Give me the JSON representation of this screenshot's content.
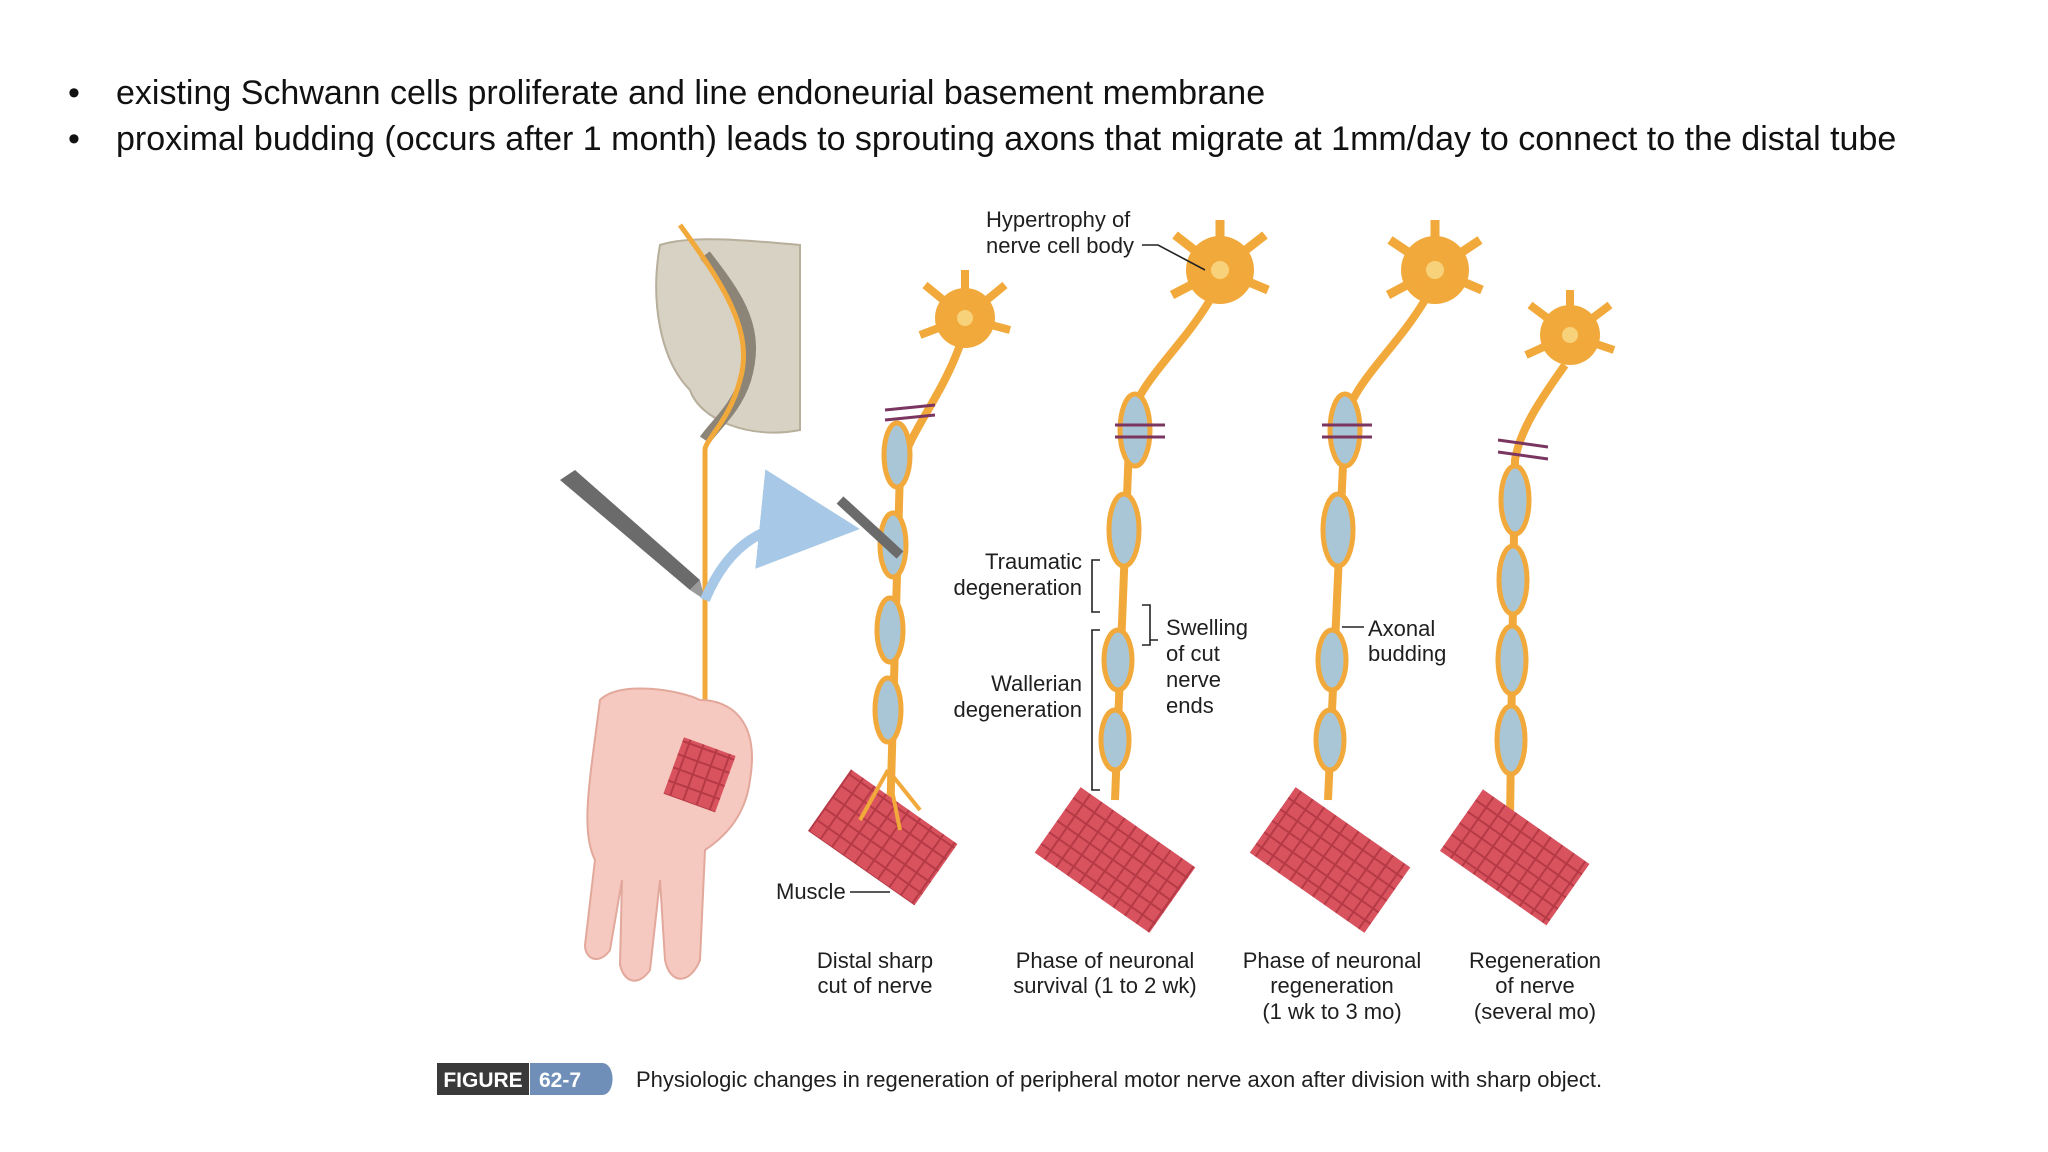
{
  "bullets": [
    "existing Schwann cells proliferate and line endoneurial basement membrane",
    "proximal budding (occurs after 1 month) leads to sprouting axons that migrate at 1mm/day to connect to the distal tube"
  ],
  "bullet_symbol": "•",
  "figure": {
    "labels": {
      "hypertrophy_line1": "Hypertrophy of",
      "hypertrophy_line2": "nerve cell body",
      "traumatic_line1": "Traumatic",
      "traumatic_line2": "degeneration",
      "wallerian_line1": "Wallerian",
      "wallerian_line2": "degeneration",
      "swelling_line1": "Swelling",
      "swelling_line2": "of cut",
      "swelling_line3": "nerve",
      "swelling_line4": "ends",
      "axonal_line1": "Axonal",
      "axonal_line2": "budding",
      "muscle": "Muscle"
    },
    "stages": [
      {
        "line1": "Distal sharp",
        "line2": "cut of nerve",
        "line3": ""
      },
      {
        "line1": "Phase of neuronal",
        "line2": "survival (1 to 2 wk)",
        "line3": ""
      },
      {
        "line1": "Phase of neuronal",
        "line2": "regeneration",
        "line3": "(1 wk to 3 mo)"
      },
      {
        "line1": "Regeneration",
        "line2": "of nerve",
        "line3": "(several mo)"
      }
    ],
    "figure_tag": "FIGURE",
    "figure_number": "62-7",
    "caption": "Physiologic changes in regeneration of peripheral motor nerve axon after division with sharp object."
  },
  "colors": {
    "nerve": "#f2a93b",
    "nerve_dark": "#d98a1e",
    "myelin": "#a9c6d6",
    "muscle": "#d9535f",
    "skin": "#f6c9c0",
    "spinal_cord": "#d8d2c4",
    "arrow": "#a7c8e6",
    "figure_tag_bg": "#3a3a3a",
    "figure_number_bg": "#6f8fb8"
  }
}
